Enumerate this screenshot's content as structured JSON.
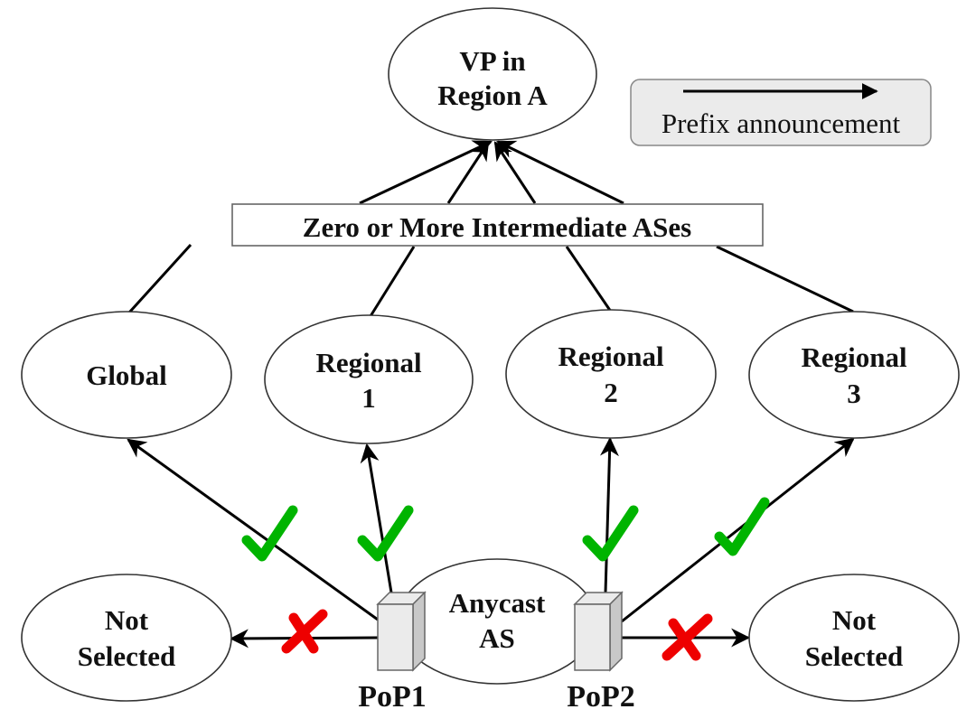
{
  "diagram": {
    "nodes": {
      "vp": {
        "lines": [
          "VP in",
          "Region A"
        ]
      },
      "intermediate": {
        "label": "Zero or More Intermediate ASes"
      },
      "global": {
        "lines": [
          "Global"
        ]
      },
      "regional1": {
        "lines": [
          "Regional",
          "1"
        ]
      },
      "regional2": {
        "lines": [
          "Regional",
          "2"
        ]
      },
      "regional3": {
        "lines": [
          "Regional",
          "3"
        ]
      },
      "anycast": {
        "lines": [
          "Anycast",
          "AS"
        ]
      },
      "not_selected_left": {
        "lines": [
          "Not",
          "Selected"
        ]
      },
      "not_selected_right": {
        "lines": [
          "Not",
          "Selected"
        ]
      },
      "pop1": {
        "label": "PoP1"
      },
      "pop2": {
        "label": "PoP2"
      }
    },
    "legend": {
      "label": "Prefix announcement",
      "icon": "arrow-right-icon"
    },
    "edges": [
      {
        "from": "intermediate",
        "to": "vp",
        "type": "announcement"
      },
      {
        "from": "global",
        "to": "intermediate",
        "type": "link"
      },
      {
        "from": "regional1",
        "to": "intermediate",
        "type": "link"
      },
      {
        "from": "regional2",
        "to": "intermediate",
        "type": "link"
      },
      {
        "from": "regional3",
        "to": "intermediate",
        "type": "link"
      },
      {
        "from": "pop1",
        "to": "global",
        "type": "announcement",
        "status": "accepted"
      },
      {
        "from": "pop1",
        "to": "regional1",
        "type": "announcement",
        "status": "accepted"
      },
      {
        "from": "pop2",
        "to": "regional2",
        "type": "announcement",
        "status": "accepted"
      },
      {
        "from": "pop2",
        "to": "regional3",
        "type": "announcement",
        "status": "accepted"
      },
      {
        "from": "pop1",
        "to": "not_selected_left",
        "type": "announcement",
        "status": "rejected"
      },
      {
        "from": "pop2",
        "to": "not_selected_right",
        "type": "announcement",
        "status": "rejected"
      }
    ],
    "marks": {
      "accepted": "check-icon",
      "rejected": "cross-icon"
    },
    "colors": {
      "accepted": "#00b400",
      "rejected": "#ee0000",
      "pop_front": "#ebebeb",
      "pop_side": "#c8c8c8",
      "legend_bg": "#ebebeb"
    }
  }
}
